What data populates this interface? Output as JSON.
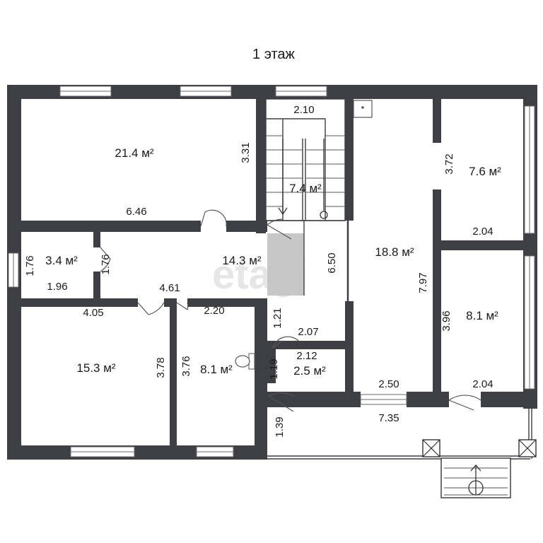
{
  "floor_title": "1 этаж",
  "watermark": "etagi",
  "colors": {
    "wall": "#3d3f45",
    "background": "#ffffff",
    "text": "#1a1a1a",
    "stair_fill": "#c7c7c7"
  },
  "rooms": [
    {
      "id": "r1",
      "area": "21.4 м²"
    },
    {
      "id": "r2",
      "area": "7.4 м²"
    },
    {
      "id": "r3",
      "area": "18.8 м²"
    },
    {
      "id": "r4",
      "area": "7.6 м²"
    },
    {
      "id": "r5",
      "area": "8.1 м²"
    },
    {
      "id": "r6",
      "area": "3.4 м²"
    },
    {
      "id": "r7",
      "area": "14.3 м²"
    },
    {
      "id": "r8",
      "area": "15.3 м²"
    },
    {
      "id": "r9",
      "area": "8.1 м²"
    },
    {
      "id": "r10",
      "area": "2.5 м²"
    }
  ],
  "dimensions": [
    "2.10",
    "3.31",
    "6.46",
    "3.72",
    "2.04",
    "1.76",
    "1.76",
    "1.96",
    "4.61",
    "6.50",
    "7.97",
    "4.05",
    "2.20",
    "1.21",
    "2.07",
    "3.96",
    "2.12",
    "3.78",
    "3.76",
    "1.19",
    "2.50",
    "2.04",
    "7.35",
    "1.39"
  ],
  "icons": [
    "stair-up-arrow-icon",
    "stair-down-arrow-icon",
    "sink-icon",
    "toilet-icon",
    "entrance-arrow-icon",
    "column-x-icon"
  ]
}
